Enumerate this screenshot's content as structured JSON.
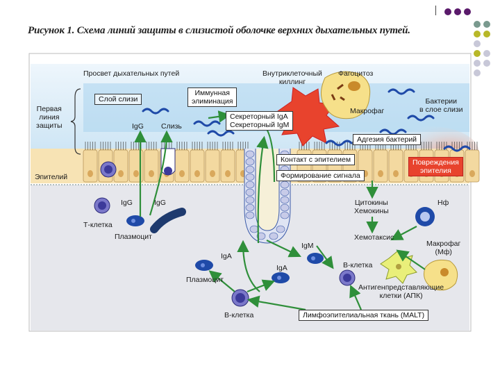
{
  "title": "Рисунок 1. Схема линий защиты в слизистой оболочке верхних дыхательных путей.",
  "decor": {
    "dots": [
      "#5a1a6b",
      "#5a1a6b",
      "#5a1a6b",
      "#7a9a8f",
      "#7a9a8f",
      "#b8b829",
      "#b8b829",
      "#c8c8d8",
      "#b8b829",
      "#c8c8d8",
      "#c8c8d8",
      "#c8c8d8",
      "#c8c8d8"
    ]
  },
  "diagram": {
    "top_left": {
      "airway_lumen": "Просвет дыхательных путей",
      "mucus_layer": "Слой слизи",
      "first_line": "Первая\nлиния\nзащиты",
      "igg": "IgG",
      "mucus": "Слизь",
      "epithelium": "Эпителий"
    },
    "top_center": {
      "immune_elimination": "Иммунная\nэлиминация",
      "secretory": "Секреторный IgA\nСекреторный IgM",
      "intracellular_killing": "Внутриклеточный\nкиллинг",
      "phagocytosis": "Фагоцитоз",
      "epithelial_contact": "Контакт с эпителием",
      "signal_formation": "Формирование сигнала"
    },
    "top_right": {
      "macrophage": "Макрофаг",
      "bacteria": "Бактерии\nв слое слизи",
      "adhesion": "Адгезия бактерий",
      "damage": "Повреждения\nэпителия"
    },
    "bottom": {
      "igg_a": "IgG",
      "igg_b": "IgG",
      "t_cell": "Т-клетка",
      "plasmocyte_a": "Плазмоцит",
      "iga_a": "IgA",
      "iga_b": "IgA",
      "igm": "IgM",
      "plasmocyte_b": "Плазмоцит",
      "b_cell_a": "В-клетка",
      "b_cell_b": "В-клетка",
      "cytokines": "Цитокины\nХемокины",
      "nf": "Нф",
      "chemotaxis": "Хемотаксис",
      "macrophage_mf": "Макрофаг\n(Мф)",
      "apc": "Антигенпредставляющие\nклетки (АПК)",
      "malt": "Лимфоэпителиальная ткань (MALT)"
    }
  },
  "colors": {
    "lumen_bg": "#d6ecf8",
    "submucosa_bg": "#e6e7ec",
    "epithelium_cell": "#f3d9a0",
    "arrow_green": "#2f8f3a",
    "cell_blue": "#1f4aa8",
    "damage_red": "#e8432d",
    "macrophage_yellow": "#f6e08a"
  }
}
